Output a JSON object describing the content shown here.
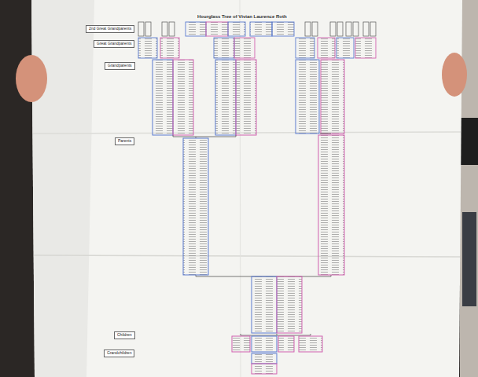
{
  "diagram": {
    "title": "Hourglass Tree of Vivian Laurence Roth",
    "nodes": [
      {
        "text": [
          "2nd Great Grandparents"
        ]
      },
      {
        "text": [
          "Great Grandparents"
        ]
      },
      {
        "text": [
          "Grandparents"
        ]
      },
      {
        "text": [
          "Parents"
        ]
      },
      {
        "text": [
          "Children"
        ]
      },
      {
        "text": [
          "Grandchildren"
        ]
      }
    ]
  }
}
